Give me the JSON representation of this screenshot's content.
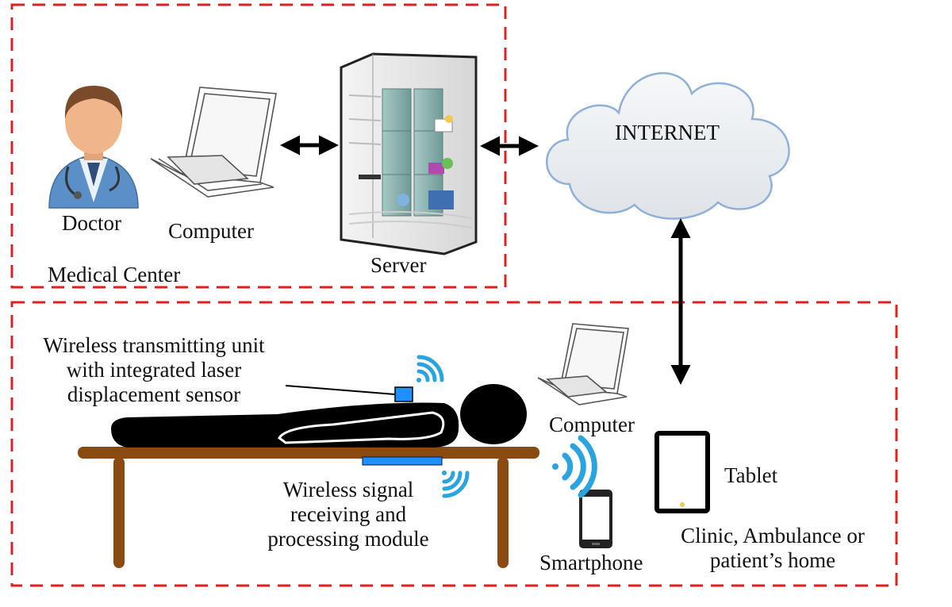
{
  "regions": {
    "medical_center": "Medical Center",
    "clinic": "Clinic, Ambulance or\npatient’s home"
  },
  "nodes": {
    "doctor": "Doctor",
    "computer_top": "Computer",
    "server": "Server",
    "internet": "INTERNET",
    "computer_bottom": "Computer",
    "tablet": "Tablet",
    "smartphone": "Smartphone"
  },
  "annotations": {
    "transmitter": "Wireless transmitting unit\nwith integrated laser\ndisplacement sensor",
    "receiver": "Wireless signal\nreceiving and\nprocessing module"
  },
  "colors": {
    "region_border": "#e02020",
    "wifi": "#2aa4e0",
    "sensor": "#1e90ff",
    "bed": "#8a4a10",
    "cloud_stroke": "#8fb0d8"
  },
  "icons": [
    "doctor-icon",
    "laptop-icon",
    "server-icon",
    "cloud-icon",
    "wifi-icon",
    "tablet-icon",
    "smartphone-icon",
    "patient-silhouette",
    "bed-icon"
  ]
}
